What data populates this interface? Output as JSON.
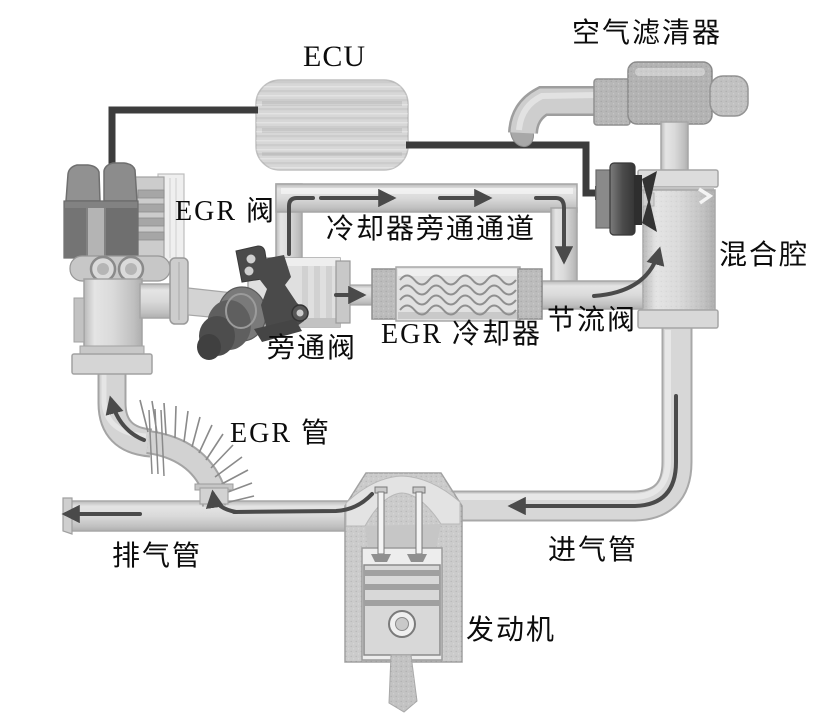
{
  "colors": {
    "background": "#ffffff",
    "label_text": "#0c0c0c",
    "pipe_fill": "#d8d8d8",
    "pipe_border": "#a6a6a6",
    "flow_arrow": "#4a4a4a",
    "wire": "#3c3c3c",
    "component_dark": "#4a4a4a"
  },
  "labels": {
    "ecu": "ECU",
    "air_filter": "空气滤清器",
    "egr_valve": "EGR 阀",
    "cooler_bypass_channel": "冷却器旁通通道",
    "mixing_chamber": "混合腔",
    "bypass_valve": "旁通阀",
    "egr_cooler": "EGR 冷却器",
    "throttle_valve": "节流阀",
    "egr_pipe": "EGR 管",
    "exhaust_pipe": "排气管",
    "intake_pipe": "进气管",
    "engine": "发动机"
  }
}
